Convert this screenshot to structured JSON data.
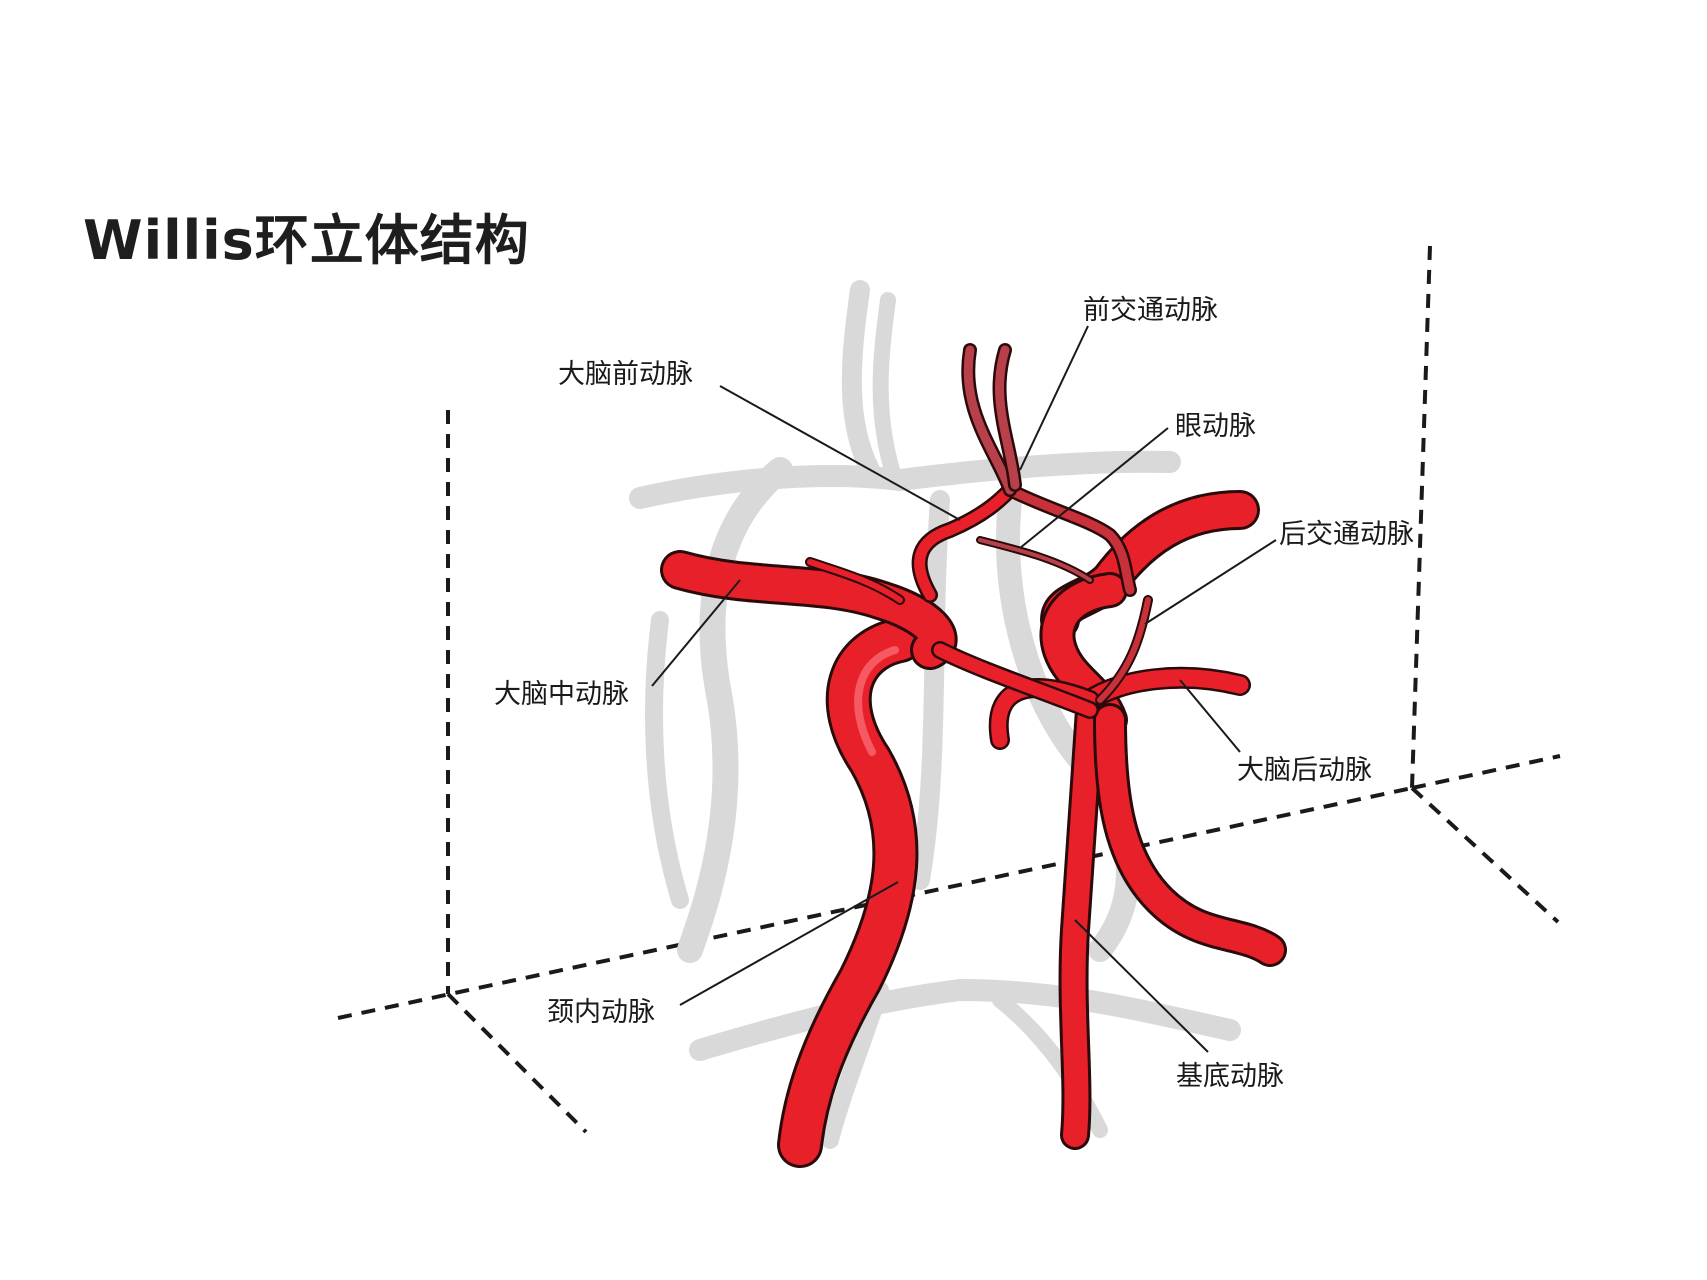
{
  "title": "Willis环立体结构",
  "colors": {
    "artery": "#e8202a",
    "artery_highlight": "#ff8088",
    "artery_outline": "#2a0a0a",
    "brain_shadow": "#d9d9d9",
    "axis": "#1a1a1a",
    "leader": "#1a1a1a"
  },
  "labels": [
    {
      "id": "acoa",
      "text": "前交通动脉"
    },
    {
      "id": "aca",
      "text": "大脑前动脉"
    },
    {
      "id": "oa",
      "text": "眼动脉"
    },
    {
      "id": "pcoa",
      "text": "后交通动脉"
    },
    {
      "id": "mca",
      "text": "大脑中动脉"
    },
    {
      "id": "pca",
      "text": "大脑后动脉"
    },
    {
      "id": "ica",
      "text": "颈内动脉"
    },
    {
      "id": "ba",
      "text": "基底动脉"
    }
  ]
}
